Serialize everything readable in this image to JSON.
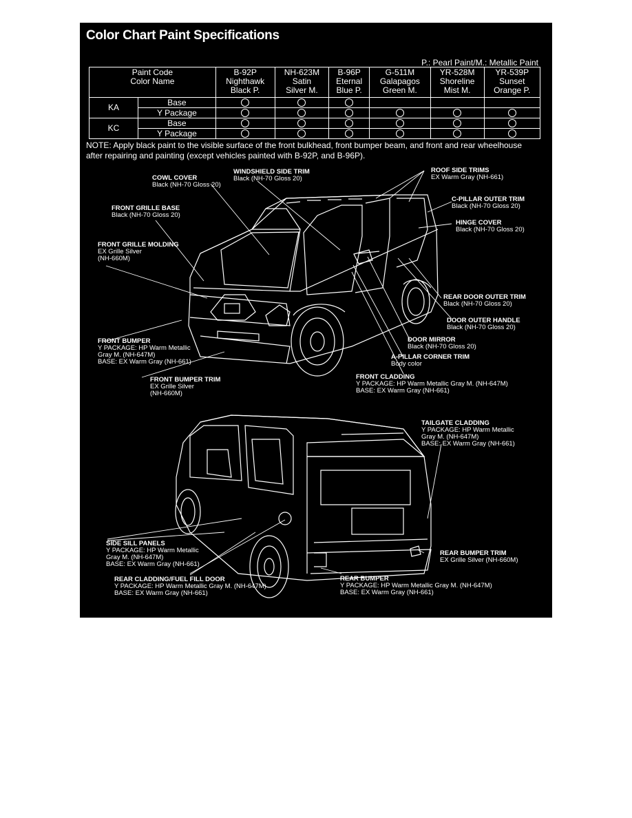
{
  "title": "Color Chart Paint Specifications",
  "legend": "P.: Pearl Paint/M.: Metallic Paint",
  "table": {
    "header_row1": "Paint Code",
    "header_row2": "Color Name",
    "colors": [
      {
        "code": "B-92P",
        "name1": "Nighthawk",
        "name2": "Black P."
      },
      {
        "code": "NH-623M",
        "name1": "Satin",
        "name2": "Silver M."
      },
      {
        "code": "B-96P",
        "name1": "Eternal",
        "name2": "Blue P."
      },
      {
        "code": "G-511M",
        "name1": "Galapagos",
        "name2": "Green M."
      },
      {
        "code": "YR-528M",
        "name1": "Shoreline",
        "name2": "Mist M."
      },
      {
        "code": "YR-539P",
        "name1": "Sunset",
        "name2": "Orange P."
      }
    ],
    "rows": [
      {
        "model": "KA",
        "trim": "Base",
        "avail": [
          true,
          true,
          true,
          false,
          false,
          false
        ]
      },
      {
        "model": "",
        "trim": "Y Package",
        "avail": [
          true,
          true,
          true,
          true,
          true,
          true
        ]
      },
      {
        "model": "KC",
        "trim": "Base",
        "avail": [
          true,
          true,
          true,
          true,
          true,
          true
        ]
      },
      {
        "model": "",
        "trim": "Y Package",
        "avail": [
          true,
          true,
          true,
          true,
          true,
          true
        ]
      }
    ]
  },
  "note": "NOTE: Apply black paint to the visible surface of the front bulkhead, front bumper beam, and front and rear wheelhouse after repairing and painting (except vehicles painted with B-92P, and B-96P).",
  "labels": {
    "windshield": {
      "title": "WINDSHIELD SIDE TRIM",
      "l1": "Black (NH-70 Gloss 20)"
    },
    "cowl": {
      "title": "COWL COVER",
      "l1": "Black (NH-70 Gloss 20)"
    },
    "roof": {
      "title": "ROOF SIDE TRIMS",
      "l1": "EX Warm Gray (NH-661)"
    },
    "cpillar": {
      "title": "C-PILLAR OUTER TRIM",
      "l1": "Black (NH-70 Gloss 20)"
    },
    "grillebase": {
      "title": "FRONT GRILLE BASE",
      "l1": "Black (NH-70 Gloss 20)"
    },
    "hinge": {
      "title": "HINGE COVER",
      "l1": "Black (NH-70 Gloss 20)"
    },
    "grillemolding": {
      "title": "FRONT GRILLE MOLDING",
      "l1": "EX Grille Silver",
      "l2": "(NH-660M)"
    },
    "reardoor": {
      "title": "REAR DOOR OUTER TRIM",
      "l1": "Black (NH-70 Gloss 20)"
    },
    "doorhandle": {
      "title": "DOOR OUTER HANDLE",
      "l1": "Black (NH-70 Gloss 20)"
    },
    "frontbumper": {
      "title": "FRONT BUMPER",
      "l1": "Y PACKAGE: HP Warm Metallic",
      "l2": "Gray M. (NH-647M)",
      "l3": "BASE: EX Warm Gray (NH-661)"
    },
    "doormirror": {
      "title": "DOOR MIRROR",
      "l1": "Black (NH-70 Gloss 20)"
    },
    "apillar": {
      "title": "A-PILLAR CORNER TRIM",
      "l1": "Body color"
    },
    "bumpertrim": {
      "title": "FRONT BUMPER TRIM",
      "l1": "EX Grille Silver",
      "l2": "(NH-660M)"
    },
    "frontcladding": {
      "title": "FRONT CLADDING",
      "l1": "Y PACKAGE: HP Warm Metallic Gray M. (NH-647M)",
      "l2": "BASE: EX Warm Gray (NH-661)"
    },
    "tailgate": {
      "title": "TAILGATE CLADDING",
      "l1": "Y PACKAGE: HP Warm Metallic",
      "l2": "Gray M. (NH-647M)",
      "l3": "BASE: EX Warm Gray (NH-661)"
    },
    "sidesill": {
      "title": "SIDE SILL PANELS",
      "l1": "Y PACKAGE: HP Warm Metallic",
      "l2": "Gray M. (NH-647M)",
      "l3": "BASE: EX Warm Gray (NH-661)"
    },
    "rearbumpertrim": {
      "title": "REAR BUMPER TRIM",
      "l1": "EX Grille Silver (NH-660M)"
    },
    "rearcladding": {
      "title": "REAR CLADDING/FUEL FILL DOOR",
      "l1": "Y PACKAGE: HP Warm Metallic Gray M. (NH-647M)",
      "l2": "BASE: EX Warm Gray (NH-661)"
    },
    "rearbumper": {
      "title": "REAR BUMPER",
      "l1": "Y PACKAGE: HP Warm Metallic Gray M. (NH-647M)",
      "l2": "BASE: EX Warm Gray (NH-661)"
    }
  }
}
